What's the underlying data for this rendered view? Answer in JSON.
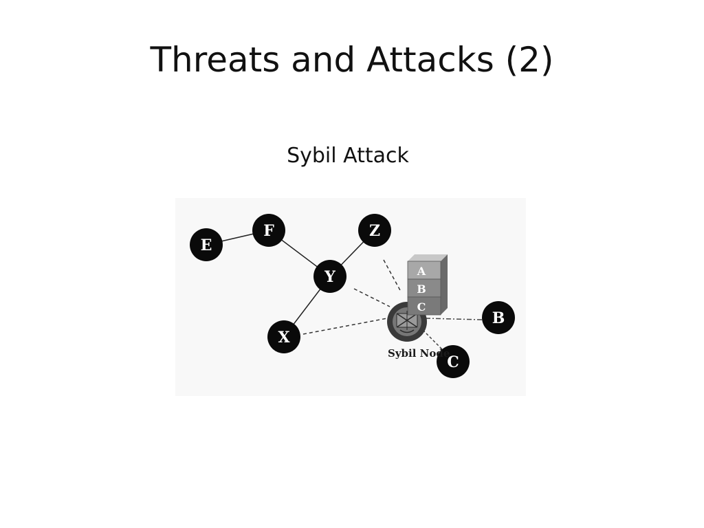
{
  "slide": {
    "title": "Threats and Attacks (2)",
    "subtitle": "Sybil Attack"
  },
  "diagram": {
    "nodes": {
      "e": "E",
      "f": "F",
      "z": "Z",
      "y": "Y",
      "x": "X",
      "b": "B",
      "c": "C"
    },
    "sybil_identities": [
      "A",
      "B",
      "C"
    ],
    "sybil_caption": "Sybil Node",
    "colors": {
      "node_fill": "#0a0a0a",
      "sybil_node_fill": "#555555",
      "identity_block_top": "#a8a8a8",
      "identity_block_middle": "#8a8a8a",
      "identity_block_bottom": "#7a7a7a",
      "diagram_background": "#f8f8f8"
    }
  }
}
